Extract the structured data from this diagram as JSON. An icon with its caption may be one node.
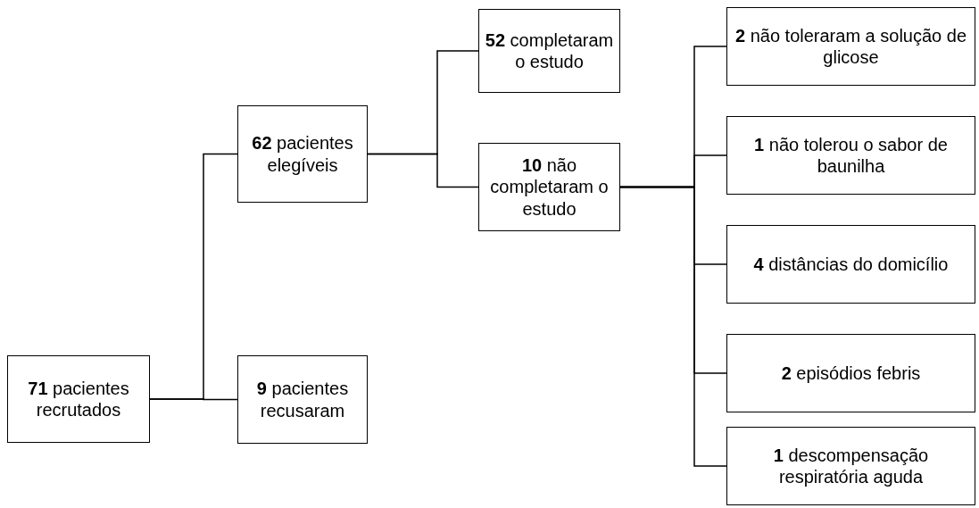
{
  "diagram": {
    "nodes": [
      {
        "text": [
          "**71** pacientes recrutados"
        ]
      },
      {
        "text": [
          "**62** pacientes elegíveis"
        ]
      },
      {
        "text": [
          "**9** pacientes recusaram"
        ]
      },
      {
        "text": [
          "**52** completaram o estudo"
        ]
      },
      {
        "text": [
          "**10** não completaram o estudo"
        ]
      },
      {
        "text": [
          "**2** não toleraram a solução de glicose"
        ]
      },
      {
        "text": [
          "**1** não tolerou o sabor de baunilha"
        ]
      },
      {
        "text": [
          "**4** distâncias do domicílio"
        ]
      },
      {
        "text": [
          "**2** episódios febris"
        ]
      },
      {
        "text": [
          "**1** descompensação respiratória aguda"
        ]
      }
    ],
    "edges": [
      {
        "from": 0,
        "to": 1,
        "arrow": "none"
      },
      {
        "from": 0,
        "to": 2,
        "arrow": "none"
      },
      {
        "from": 1,
        "to": 3,
        "arrow": "none"
      },
      {
        "from": 1,
        "to": 4,
        "arrow": "none"
      },
      {
        "from": 4,
        "to": 5,
        "arrow": "none"
      },
      {
        "from": 4,
        "to": 6,
        "arrow": "none"
      },
      {
        "from": 4,
        "to": 7,
        "arrow": "none"
      },
      {
        "from": 4,
        "to": 8,
        "arrow": "none"
      },
      {
        "from": 4,
        "to": 9,
        "arrow": "none"
      }
    ]
  }
}
